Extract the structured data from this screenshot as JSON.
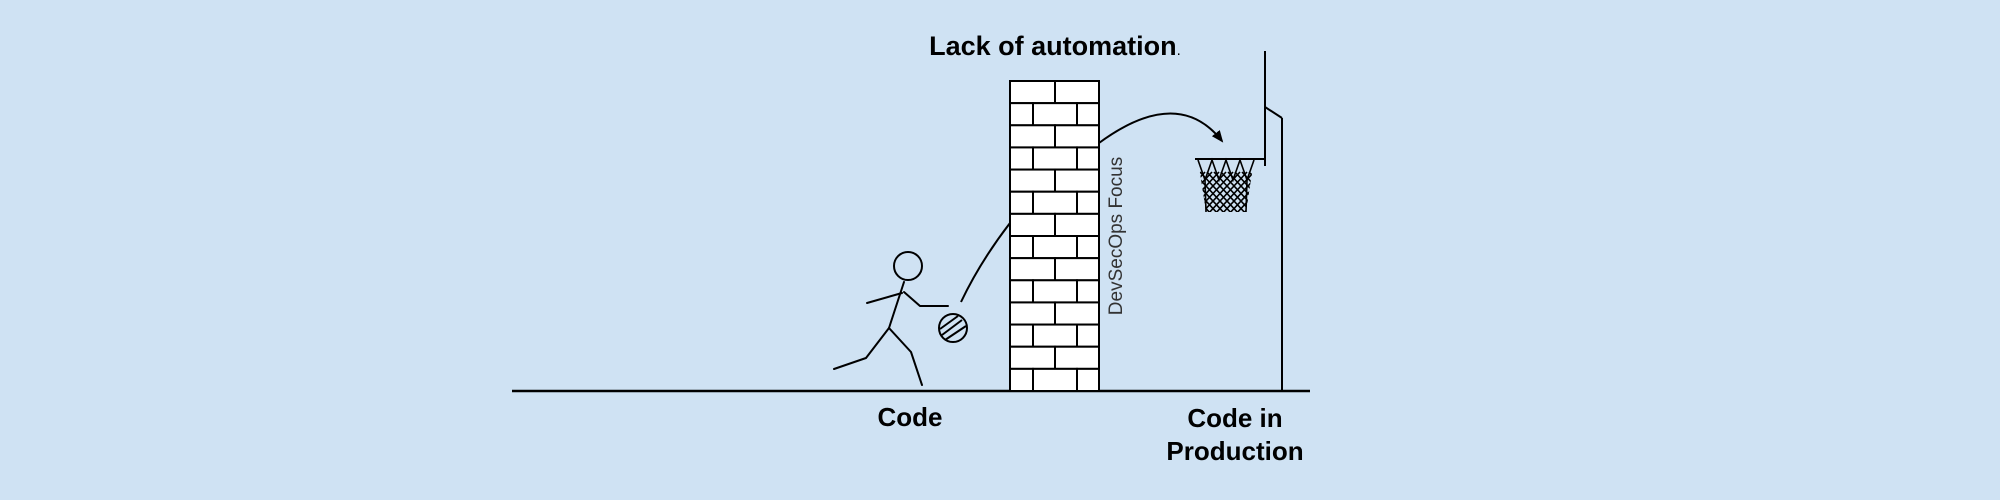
{
  "title": {
    "text": "Lack of automation",
    "trailing": "."
  },
  "wall": {
    "label": "DevSecOps Focus"
  },
  "labels": {
    "code": "Code",
    "production_line1": "Code in",
    "production_line2": "Production"
  },
  "colors": {
    "background": "#cfe2f3",
    "stroke": "#000000",
    "brick_fill": "#ffffff"
  }
}
